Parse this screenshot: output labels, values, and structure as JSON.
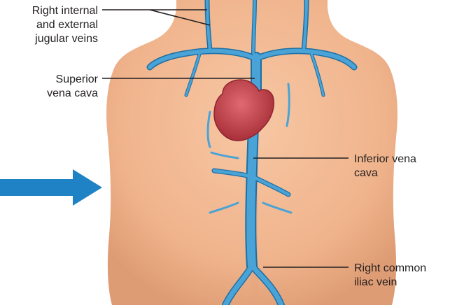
{
  "labels": {
    "jugular": "Right internal\nand external\njugular veins",
    "superior_vena_cava": "Superior\nvena cava",
    "inferior_vena_cava": "Inferior vena\ncava",
    "common_iliac": "Right common\niliac vein"
  },
  "icons": {
    "arrow": "blue-right-arrow-icon"
  },
  "colors": {
    "skin": "#f4bd97",
    "skin_shadow": "#e3a47f",
    "vein": "#4aa3d6",
    "vein_dark": "#1f6fa3",
    "heart": "#c8434b",
    "arrow": "#1f82c4",
    "leader": "#231f20"
  }
}
